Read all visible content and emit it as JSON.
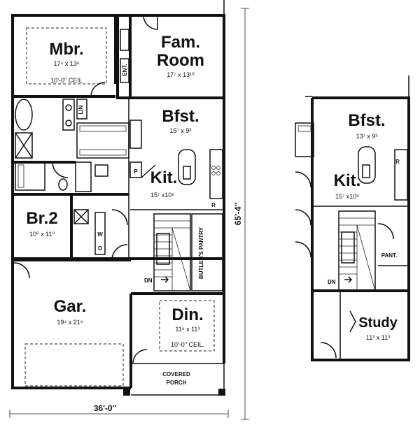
{
  "rooms": {
    "mbr": {
      "name": "Mbr.",
      "size": "17⁴ x 13⁶",
      "note": "10'-0\" CEIL"
    },
    "fam": {
      "name1": "Fam.",
      "name2": "Room",
      "size": "17⁷ x 13¹⁰"
    },
    "bfst": {
      "name": "Bfst.",
      "size": "15⁷ x 9³"
    },
    "kit": {
      "name": "Kit.",
      "size": "15⁷ x10⁶"
    },
    "br2": {
      "name": "Br.2",
      "size": "10⁰ x 11⁰"
    },
    "gar": {
      "name": "Gar.",
      "size": "19⁴ x 21⁸"
    },
    "din": {
      "name": "Din.",
      "size": "11⁶ x 11³",
      "note": "10'-0\" CEIL."
    },
    "porch": {
      "line1": "COVERED",
      "line2": "PORCH"
    },
    "alt_bfst": {
      "name": "Bfst.",
      "size": "13⁷ x 9³"
    },
    "alt_kit": {
      "name": "Kit.",
      "size": "15⁷ x10⁶"
    },
    "study": {
      "name": "Study",
      "size": "11³ x 11³"
    }
  },
  "labels": {
    "ent": "ENT.",
    "lin": "LIN",
    "p": "P",
    "r": "R",
    "alt_r": "R",
    "w": "W",
    "d": "D",
    "butlers_pantry": "BUTLER'S PANTRY",
    "pant": "PANT.",
    "dn": "DN",
    "alt_dn": "DN"
  },
  "dimensions": {
    "width": "36'-0\"",
    "depth": "65'-4\""
  }
}
